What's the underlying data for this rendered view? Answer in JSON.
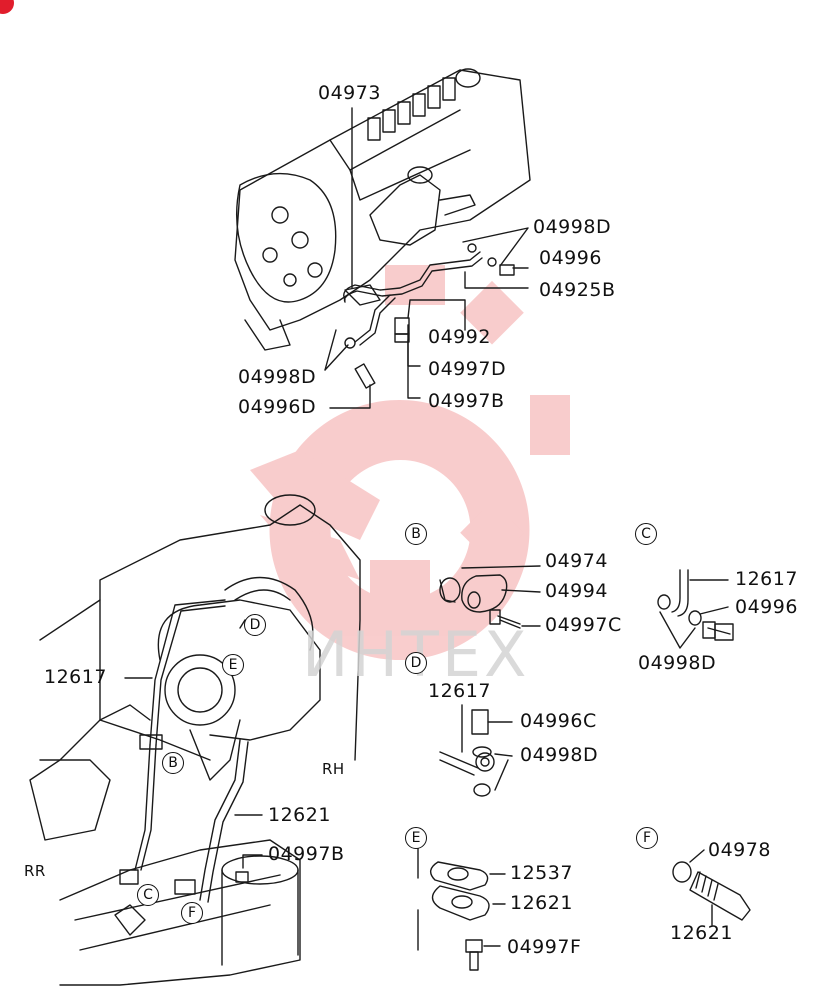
{
  "watermark": {
    "text": "ИНТЕХ",
    "color": "#e84a4a"
  },
  "accent_color": "#e11d2c",
  "upper_assembly": {
    "labels": [
      "04973",
      "04998D",
      "04996",
      "04925B",
      "04992",
      "04997D",
      "04998D",
      "04996D",
      "04997B"
    ]
  },
  "main_assembly": {
    "labels": [
      "12617",
      "12621",
      "04997B"
    ],
    "side_tags": {
      "rh": "RH",
      "rr": "RR"
    },
    "callouts": [
      "D",
      "E",
      "B",
      "C",
      "F"
    ]
  },
  "detail_B": {
    "letter": "B",
    "labels": [
      "04974",
      "04994",
      "04997C"
    ]
  },
  "detail_C": {
    "letter": "C",
    "labels": [
      "12617",
      "04996",
      "04998D"
    ]
  },
  "detail_D": {
    "letter": "D",
    "labels": [
      "12617",
      "04996C",
      "04998D"
    ]
  },
  "detail_E": {
    "letter": "E",
    "labels": [
      "12537",
      "12621",
      "04997F"
    ]
  },
  "detail_F": {
    "letter": "F",
    "labels": [
      "04978",
      "12621"
    ]
  }
}
